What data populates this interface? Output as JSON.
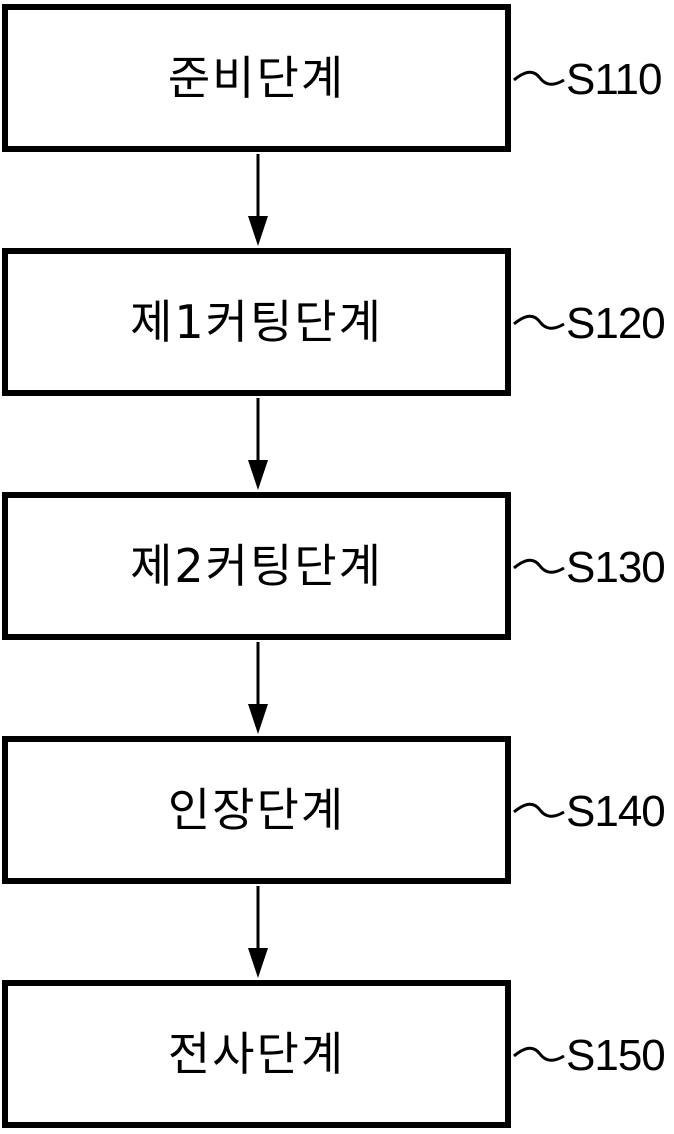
{
  "steps": [
    {
      "label": "준비단계",
      "ref": "S110"
    },
    {
      "label": "제1커팅단계",
      "ref": "S120"
    },
    {
      "label": "제2커팅단계",
      "ref": "S130"
    },
    {
      "label": "인장단계",
      "ref": "S140"
    },
    {
      "label": "전사단계",
      "ref": "S150"
    }
  ]
}
